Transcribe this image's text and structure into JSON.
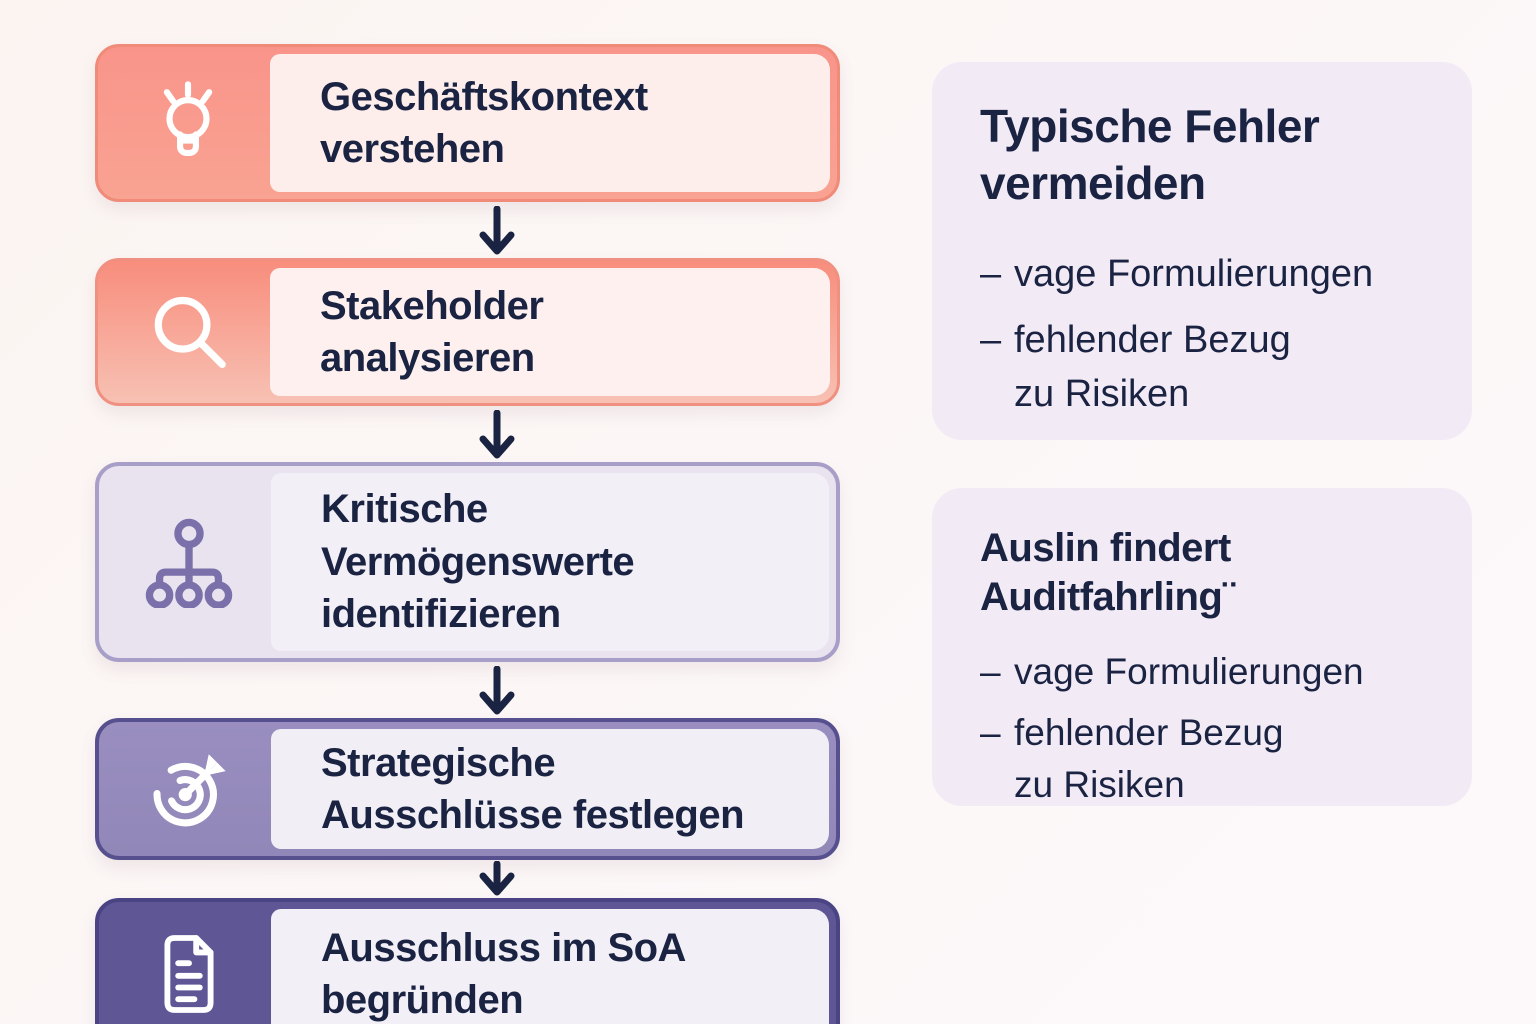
{
  "flow": {
    "steps": [
      {
        "title": "Geschäftskontext\nverstehen",
        "icon": "lightbulb-icon"
      },
      {
        "title": "Stakeholder\nanalysieren",
        "icon": "magnifier-icon"
      },
      {
        "title": "Kritische\nVermögenswerte\nidentifizieren",
        "icon": "org-chart-icon"
      },
      {
        "title": "Strategische\nAusschlüsse festlegen",
        "icon": "target-icon"
      },
      {
        "title": "Ausschluss im SoA\nbegründen",
        "icon": "document-icon"
      }
    ]
  },
  "panels": [
    {
      "title": "Typische Fehler\nvermeiden",
      "bullets": [
        {
          "dash": "–",
          "text": "vage Formulierungen"
        },
        {
          "dash": "–",
          "text": "fehlender Bezug\nzu Risiken"
        }
      ]
    },
    {
      "title": "Auslin findert\nAuditfahrling¨",
      "bullets": [
        {
          "dash": "–",
          "text": "vage Formulierungen"
        },
        {
          "dash": "–",
          "text": "fehlender Bezug\nzu Risiken"
        }
      ]
    }
  ],
  "colors": {
    "page_bg": "#fbf6f4",
    "text_navy": "#1a2342",
    "salmon": "#f8937f",
    "salmon_inner": "#fdeeec",
    "lavender_box": "#e9e3f0",
    "lavender_border": "#a89fc8",
    "purple_mid": "#9489bb",
    "purple_dark": "#5e5695",
    "purple_border_dark": "#4a4384",
    "panel_bg": "#f2eaf5",
    "icon_purple": "#7b70a9",
    "arrow": "#1a2342"
  }
}
